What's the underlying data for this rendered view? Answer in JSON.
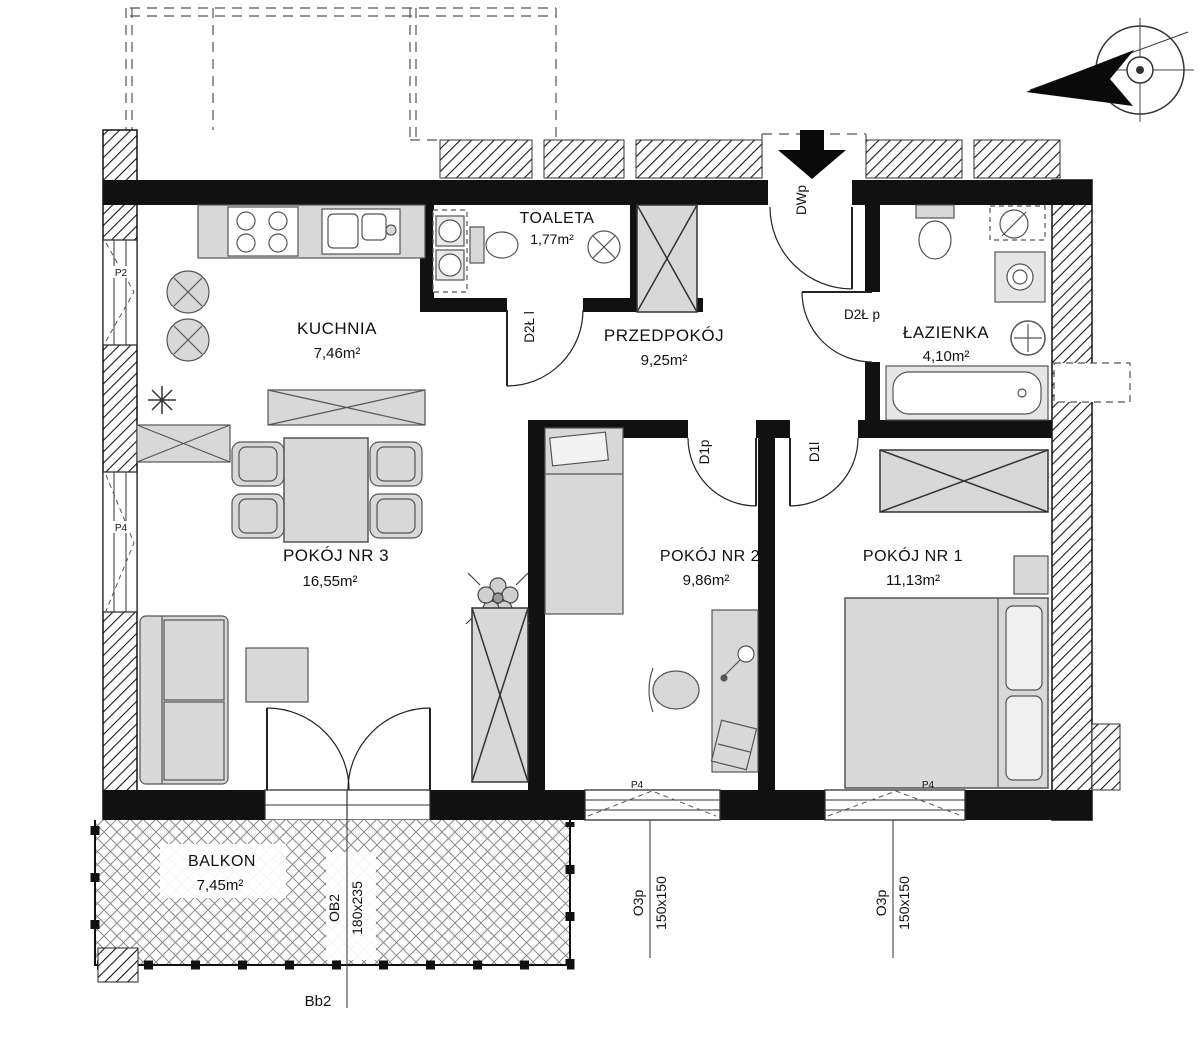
{
  "plan": {
    "rooms": [
      {
        "name": "KUCHNIA",
        "area": "7,46m²"
      },
      {
        "name": "TOALETA",
        "area": "1,77m²"
      },
      {
        "name": "PRZEDPOKÓJ",
        "area": "9,25m²"
      },
      {
        "name": "ŁAZIENKA",
        "area": "4,10m²"
      },
      {
        "name": "POKÓJ NR 3",
        "area": "16,55m²"
      },
      {
        "name": "POKÓJ NR 2",
        "area": "9,86m²"
      },
      {
        "name": "POKÓJ NR 1",
        "area": "11,13m²"
      },
      {
        "name": "BALKON",
        "area": "7,45m²"
      }
    ],
    "doors": {
      "entrance": "DWp",
      "toilet": "D2Ł l",
      "bathroom": "D2Ł p",
      "room2": "D1p",
      "room1": "D1l",
      "balcony": {
        "code": "OB2",
        "size": "180x235"
      }
    },
    "windows": {
      "kitchen": "P2",
      "living": "P4",
      "room2_mark": "P4",
      "room1_mark": "P4",
      "room2": {
        "code": "O3p",
        "size": "150x150"
      },
      "room1": {
        "code": "O3p",
        "size": "150x150"
      }
    },
    "balcony_mark": "Bb2"
  },
  "colors": {
    "wall": "#111111",
    "furniture": "#d8d8d8",
    "hatch_line": "#1a1a1a",
    "balcony_hatch": "#8a8a8a"
  }
}
